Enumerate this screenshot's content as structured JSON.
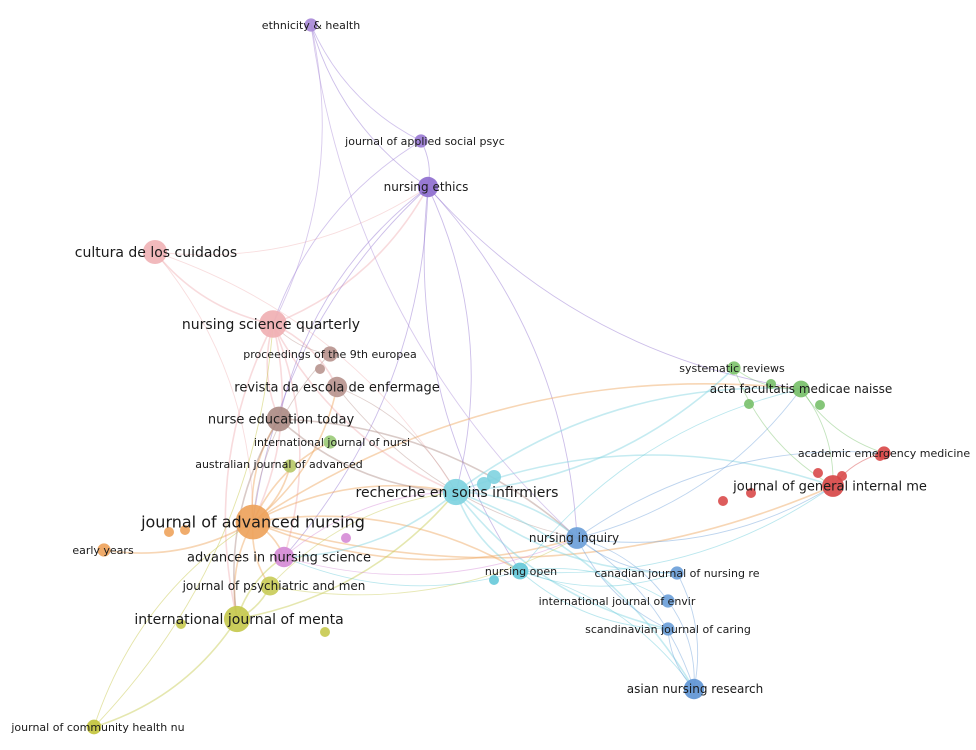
{
  "nodes": [
    {
      "id": "ethnicity",
      "label": "ethnicity & health",
      "color": "#a98ad8",
      "size": 1
    },
    {
      "id": "jasp",
      "label": "journal of applied social psyc",
      "color": "#9a7bd4",
      "size": 1
    },
    {
      "id": "nethics",
      "label": "nursing ethics",
      "color": "#8f6fcf",
      "size": 2
    },
    {
      "id": "cultura",
      "label": "cultura de los cuidados",
      "color": "#f0b3b6",
      "size": 2.5
    },
    {
      "id": "nsq",
      "label": "nursing science quarterly",
      "color": "#f0b0b3",
      "size": 3
    },
    {
      "id": "proc9",
      "label": "proceedings of the 9th europea",
      "color": "#b8958f",
      "size": 1.3
    },
    {
      "id": "revista",
      "label": "revista da escola de enfermage",
      "color": "#b8958f",
      "size": 2
    },
    {
      "id": "net",
      "label": "nurse education today",
      "color": "#ad8c86",
      "size": 2.6
    },
    {
      "id": "ijnurs",
      "label": "international journal of nursi",
      "color": "#9ccb7a",
      "size": 1
    },
    {
      "id": "ajadv",
      "label": "australian journal of advanced",
      "color": "#b8c96a",
      "size": 1
    },
    {
      "id": "jan",
      "label": "journal of advanced nursing",
      "color": "#eea35c",
      "size": 4
    },
    {
      "id": "early",
      "label": "early years",
      "color": "#eea35c",
      "size": 1
    },
    {
      "id": "ans",
      "label": "advances in nursing science",
      "color": "#d58bd6",
      "size": 2
    },
    {
      "id": "jpmh",
      "label": "journal of psychiatric and men",
      "color": "#c9cc5a",
      "size": 1.8
    },
    {
      "id": "ijmh",
      "label": "international journal of menta",
      "color": "#c6c94e",
      "size": 2.8
    },
    {
      "id": "jchn",
      "label": "journal of community health nu",
      "color": "#c3c43e",
      "size": 1.2
    },
    {
      "id": "rsi",
      "label": "recherche en soins infirmiers",
      "color": "#7fd3e0",
      "size": 2.8
    },
    {
      "id": "nopen",
      "label": "nursing open",
      "color": "#66c9d9",
      "size": 1.5
    },
    {
      "id": "ninq",
      "label": "nursing inquiry",
      "color": "#6c9fd9",
      "size": 2.2
    },
    {
      "id": "cjnr",
      "label": "canadian journal of nursing re",
      "color": "#6c9fd9",
      "size": 1
    },
    {
      "id": "ijenv",
      "label": "international journal of envir",
      "color": "#6c9fd9",
      "size": 1
    },
    {
      "id": "sjcs",
      "label": "scandinavian journal of caring",
      "color": "#6c9fd9",
      "size": 1
    },
    {
      "id": "anr",
      "label": "asian nursing research",
      "color": "#5f95d4",
      "size": 2
    },
    {
      "id": "sysrev",
      "label": "systematic reviews",
      "color": "#7fc36e",
      "size": 1
    },
    {
      "id": "afmn",
      "label": "acta facultatis medicae naisse",
      "color": "#78c06a",
      "size": 1.5
    },
    {
      "id": "aem",
      "label": "academic emergency medicine",
      "color": "#d94a4a",
      "size": 1
    },
    {
      "id": "jgim",
      "label": "journal of general internal me",
      "color": "#d74848",
      "size": 2.2
    }
  ],
  "extra_nodes": [
    {
      "color": "#7fd3e0"
    },
    {
      "color": "#7fd3e0"
    },
    {
      "color": "#7fd3e0"
    },
    {
      "color": "#eea35c"
    },
    {
      "color": "#eea35c"
    },
    {
      "color": "#d58bd6"
    },
    {
      "color": "#c6c94e"
    },
    {
      "color": "#c6c94e"
    },
    {
      "color": "#78c06a"
    },
    {
      "color": "#78c06a"
    },
    {
      "color": "#78c06a"
    },
    {
      "color": "#d94a4a"
    },
    {
      "color": "#d94a4a"
    },
    {
      "color": "#d94a4a"
    },
    {
      "color": "#d94a4a"
    },
    {
      "color": "#d94a4a"
    },
    {
      "color": "#66c9d9"
    },
    {
      "color": "#b8958f"
    }
  ],
  "edges": [
    [
      "nsq",
      "jan"
    ],
    [
      "nsq",
      "net"
    ],
    [
      "nsq",
      "revista"
    ],
    [
      "nsq",
      "nethics"
    ],
    [
      "nsq",
      "cultura"
    ],
    [
      "nsq",
      "ijmh"
    ],
    [
      "nsq",
      "ans"
    ],
    [
      "nsq",
      "rsi"
    ],
    [
      "cultura",
      "jan"
    ],
    [
      "cultura",
      "nethics"
    ],
    [
      "cultura",
      "rsi"
    ],
    [
      "nethics",
      "jasp"
    ],
    [
      "nethics",
      "ethnicity"
    ],
    [
      "nethics",
      "jan"
    ],
    [
      "nethics",
      "rsi"
    ],
    [
      "nethics",
      "nopen"
    ],
    [
      "nethics",
      "ninq"
    ],
    [
      "nethics",
      "afmn"
    ],
    [
      "nethics",
      "ans"
    ],
    [
      "nethics",
      "net"
    ],
    [
      "jasp",
      "ethnicity"
    ],
    [
      "jasp",
      "nsq"
    ],
    [
      "ethnicity",
      "nsq"
    ],
    [
      "ethnicity",
      "ninq"
    ],
    [
      "jan",
      "rsi"
    ],
    [
      "jan",
      "ninq"
    ],
    [
      "jan",
      "nopen"
    ],
    [
      "jan",
      "ijmh"
    ],
    [
      "jan",
      "net"
    ],
    [
      "jan",
      "revista"
    ],
    [
      "jan",
      "ans"
    ],
    [
      "jan",
      "jpmh"
    ],
    [
      "jan",
      "early"
    ],
    [
      "jan",
      "jgim"
    ],
    [
      "jan",
      "afmn"
    ],
    [
      "jan",
      "ajadv"
    ],
    [
      "jan",
      "ijnurs"
    ],
    [
      "net",
      "rsi"
    ],
    [
      "net",
      "ninq"
    ],
    [
      "net",
      "ijmh"
    ],
    [
      "revista",
      "rsi"
    ],
    [
      "revista",
      "ninq"
    ],
    [
      "proc9",
      "nsq"
    ],
    [
      "proc9",
      "jan"
    ],
    [
      "rsi",
      "ninq"
    ],
    [
      "rsi",
      "nopen"
    ],
    [
      "rsi",
      "anr"
    ],
    [
      "rsi",
      "sjcs"
    ],
    [
      "rsi",
      "afmn"
    ],
    [
      "rsi",
      "sysrev"
    ],
    [
      "rsi",
      "jgim"
    ],
    [
      "rsi",
      "cjnr"
    ],
    [
      "rsi",
      "ans"
    ],
    [
      "ninq",
      "cjnr"
    ],
    [
      "ninq",
      "ijenv"
    ],
    [
      "ninq",
      "sjcs"
    ],
    [
      "ninq",
      "anr"
    ],
    [
      "ninq",
      "jgim"
    ],
    [
      "ninq",
      "aem"
    ],
    [
      "ninq",
      "afmn"
    ],
    [
      "nopen",
      "anr"
    ],
    [
      "nopen",
      "sjcs"
    ],
    [
      "nopen",
      "ijenv"
    ],
    [
      "nopen",
      "cjnr"
    ],
    [
      "nopen",
      "ans"
    ],
    [
      "nopen",
      "jgim"
    ],
    [
      "nopen",
      "afmn"
    ],
    [
      "sysrev",
      "afmn"
    ],
    [
      "afmn",
      "jgim"
    ],
    [
      "afmn",
      "aem"
    ],
    [
      "jgim",
      "aem"
    ],
    [
      "sysrev",
      "jgim"
    ],
    [
      "ijmh",
      "jchn"
    ],
    [
      "ijmh",
      "jpmh"
    ],
    [
      "ijmh",
      "ans"
    ],
    [
      "ijmh",
      "rsi"
    ],
    [
      "jchn",
      "jan"
    ],
    [
      "jchn",
      "nsq"
    ],
    [
      "ans",
      "rsi"
    ],
    [
      "ans",
      "ninq"
    ],
    [
      "jpmh",
      "rsi"
    ],
    [
      "jpmh",
      "ninq"
    ],
    [
      "cjnr",
      "anr"
    ],
    [
      "sjcs",
      "anr"
    ],
    [
      "ijenv",
      "anr"
    ]
  ]
}
